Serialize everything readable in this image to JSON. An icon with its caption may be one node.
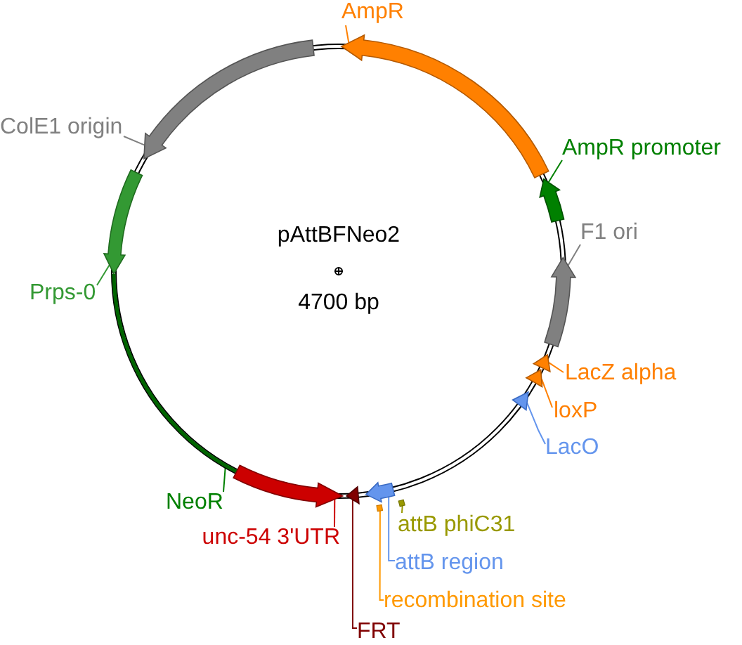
{
  "diagram": {
    "nodes": [
      {
        "text": [
          "AmpR"
        ]
      },
      {
        "text": [],
        "shape": "arrow"
      },
      {
        "text": [
          "ColE1 origin"
        ]
      },
      {
        "text": [],
        "shape": "arrow"
      },
      {
        "text": [
          "AmpR promoter"
        ]
      },
      {
        "text": [],
        "shape": "arrow"
      },
      {
        "text": [
          "F1 ori"
        ]
      },
      {
        "text": [],
        "shape": "arrow"
      },
      {
        "text": [
          "Prps-0"
        ]
      },
      {
        "text": [],
        "shape": "arrow"
      },
      {
        "text": [
          "LacZ alpha"
        ]
      },
      {
        "text": [],
        "shape": "triangle"
      },
      {
        "text": [
          "loxP"
        ]
      },
      {
        "text": [],
        "shape": "triangle"
      },
      {
        "text": [
          "LacO"
        ]
      },
      {
        "text": [],
        "shape": "triangle"
      },
      {
        "text": [
          "NeoR"
        ]
      },
      {
        "text": [],
        "shape": "line"
      },
      {
        "text": [
          "attB phiC31"
        ]
      },
      {
        "text": [],
        "shape": "bar"
      },
      {
        "text": [
          "unc-54 3'UTR"
        ]
      },
      {
        "text": [],
        "shape": "arrow"
      },
      {
        "text": [
          "attB region"
        ]
      },
      {
        "text": [],
        "shape": "arrow"
      },
      {
        "text": [
          "recombination site"
        ]
      },
      {
        "text": [],
        "shape": "bar"
      },
      {
        "text": [
          "FRT"
        ]
      },
      {
        "text": [],
        "shape": "triangle"
      }
    ],
    "edges": [
      {
        "from": 0,
        "to": 1,
        "arrow": "none"
      },
      {
        "from": 2,
        "to": 3,
        "arrow": "none",
        "color": "#808080"
      },
      {
        "from": 4,
        "to": 5,
        "arrow": "none",
        "color": "#008000"
      },
      {
        "from": 6,
        "to": 7,
        "arrow": "none",
        "color": "#808080"
      },
      {
        "from": 8,
        "to": 9,
        "arrow": "none",
        "color": "#339933"
      },
      {
        "from": 10,
        "to": 11,
        "arrow": "none"
      },
      {
        "from": 12,
        "to": 13,
        "arrow": "none"
      },
      {
        "from": 14,
        "to": 15,
        "arrow": "none",
        "color": "#6495ed"
      },
      {
        "from": 16,
        "to": 17,
        "arrow": "none",
        "color": "#008000"
      },
      {
        "from": 18,
        "to": 19,
        "arrow": "none",
        "color": "#999900"
      },
      {
        "from": 20,
        "to": 21,
        "arrow": "none",
        "color": "#cc0000"
      },
      {
        "from": 22,
        "to": 23,
        "arrow": "none",
        "color": "#6495ed"
      },
      {
        "from": 24,
        "to": 25,
        "arrow": "none",
        "color": "#ff9900"
      },
      {
        "from": 26,
        "to": 27,
        "arrow": "none",
        "color": "#800000"
      }
    ],
    "labels": [
      "pAttBFNeo2",
      "4700 bp"
    ]
  }
}
